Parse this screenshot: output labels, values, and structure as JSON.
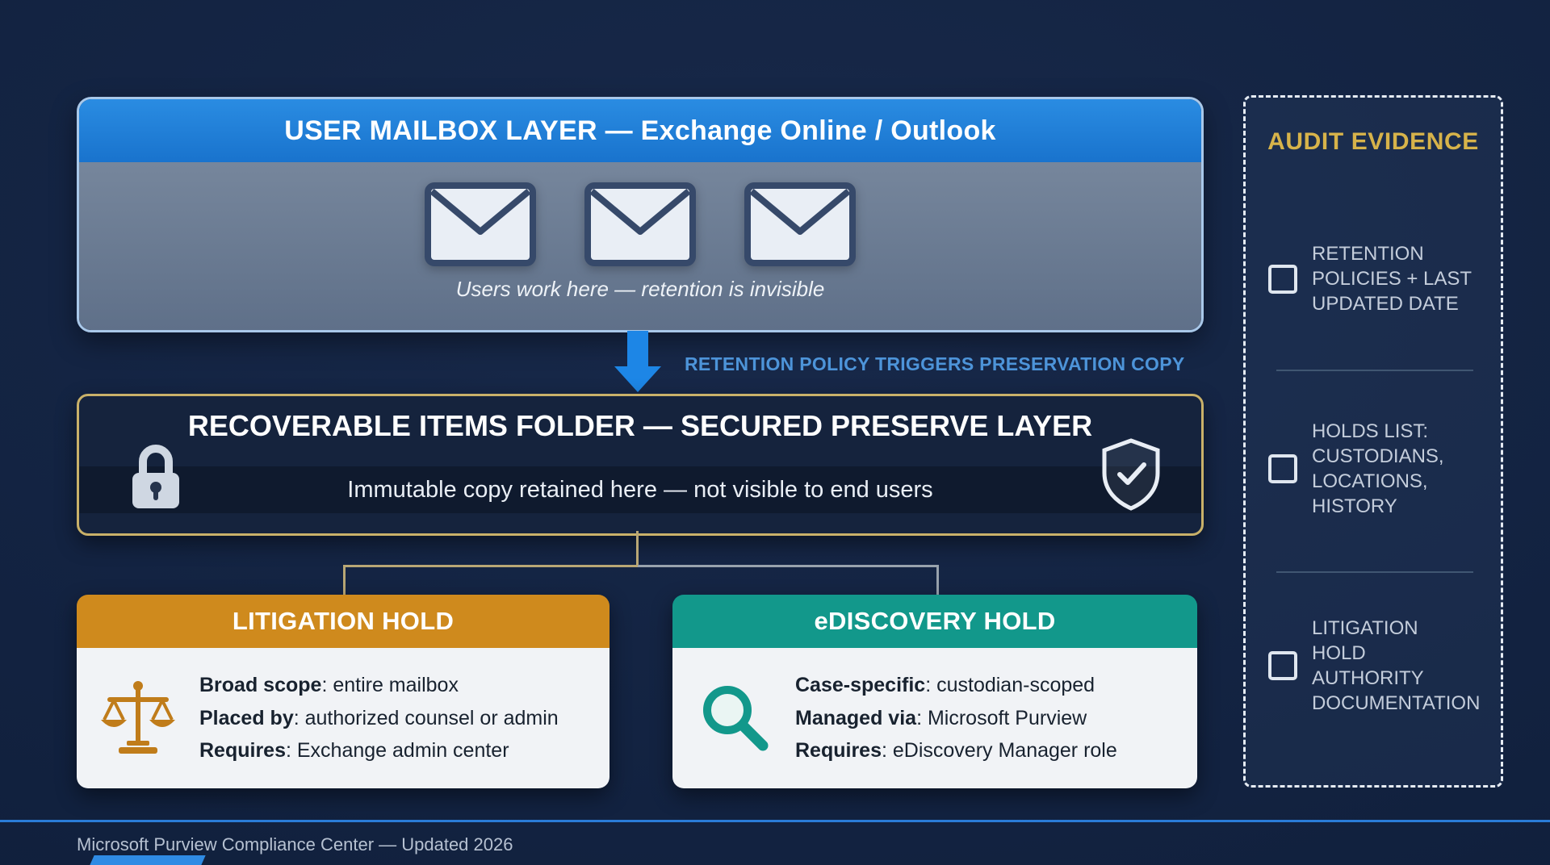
{
  "top_box": {
    "title": "USER MAILBOX LAYER — Exchange Online / Outlook",
    "caption": "Users work here — retention is invisible"
  },
  "arrow": {
    "label": "RETENTION POLICY TRIGGERS PRESERVATION COPY"
  },
  "preserve_box": {
    "title": "RECOVERABLE ITEMS FOLDER — SECURED PRESERVE LAYER",
    "subtitle": "Immutable copy retained here — not visible to end users"
  },
  "litigation_box": {
    "title": "LITIGATION HOLD",
    "lines": [
      {
        "label": "Broad scope",
        "text": ": entire mailbox"
      },
      {
        "label": "Placed by",
        "text": ": authorized counsel or admin"
      },
      {
        "label": "Requires",
        "text": ": Exchange admin center"
      }
    ]
  },
  "ediscovery_box": {
    "title": "eDISCOVERY HOLD",
    "lines": [
      {
        "label": "Case-specific",
        "text": ": custodian-scoped"
      },
      {
        "label": "Managed via",
        "text": ": Microsoft Purview"
      },
      {
        "label": "Requires",
        "text": ": eDiscovery Manager role"
      }
    ]
  },
  "audit_panel": {
    "title": "AUDIT EVIDENCE",
    "items": [
      "RETENTION\nPOLICIES + LAST\nUPDATED DATE",
      "HOLDS LIST:\nCUSTODIANS,\nLOCATIONS,\nHISTORY",
      "LITIGATION\nHOLD\nAUTHORITY\nDOCUMENTATION"
    ]
  },
  "footer": {
    "text": "Microsoft Purview Compliance Center — Updated 2026"
  },
  "icons": {
    "envelope": "envelope-icon",
    "lock": "lock-icon",
    "shield_check": "shield-check-icon",
    "scales": "scales-of-justice-icon",
    "magnifier": "magnifying-glass-icon",
    "down_arrow": "down-arrow-icon",
    "checkbox": "checkbox-icon"
  },
  "colors": {
    "background": "#122240",
    "header_blue": "#1e80d9",
    "mailbox_body": "#6b7c95",
    "arrow_blue": "#1d86e6",
    "arrow_label": "#4d94d9",
    "preserve_bg": "#15233d",
    "gold_border": "#c9b169",
    "litigation_orange": "#cf8a1d",
    "ediscovery_teal": "#12988b",
    "audit_gold": "#d7b34a",
    "audit_text": "#c4cddb",
    "footer_line": "#2a7cd8",
    "card_body": "#f1f3f6"
  }
}
